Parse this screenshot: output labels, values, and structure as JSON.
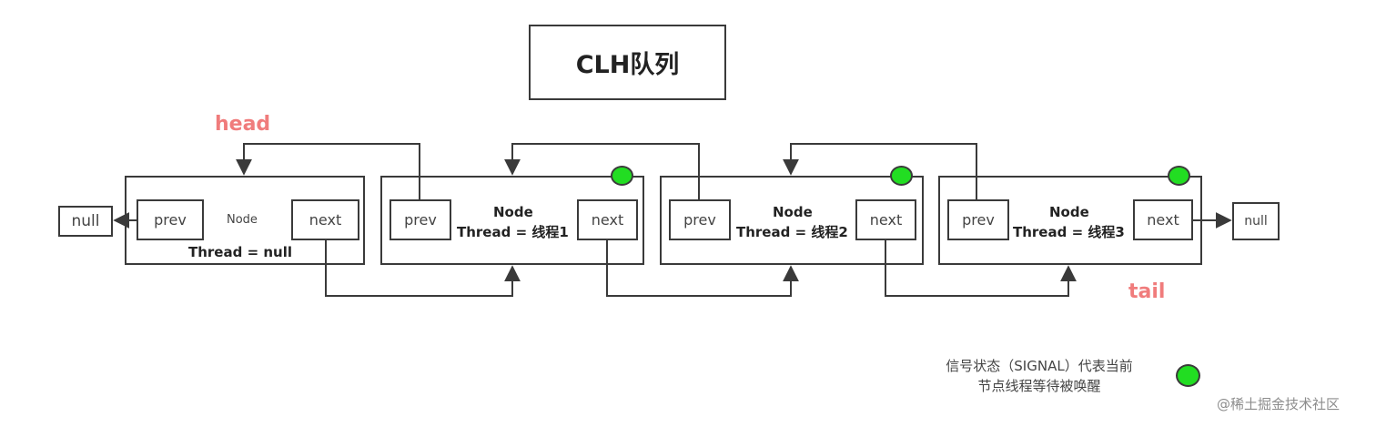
{
  "title": "CLH队列",
  "labels": {
    "head": "head",
    "tail": "tail"
  },
  "null_left": "null",
  "null_right": "null",
  "nodes": [
    {
      "prev": "prev",
      "next": "next",
      "name": "Node",
      "thread": "Thread = null",
      "signal": false
    },
    {
      "prev": "prev",
      "next": "next",
      "name": "Node",
      "thread": "Thread = 线程1",
      "signal": true
    },
    {
      "prev": "prev",
      "next": "next",
      "name": "Node",
      "thread": "Thread = 线程2",
      "signal": true
    },
    {
      "prev": "prev",
      "next": "next",
      "name": "Node",
      "thread": "Thread = 线程3",
      "signal": true
    }
  ],
  "legend": {
    "line1": "信号状态（SIGNAL）代表当前",
    "line2": "节点线程等待被唤醒"
  },
  "watermark": "@稀土掘金技术社区",
  "colors": {
    "signal": "#22dd22",
    "stroke": "#3a3a3a",
    "accent": "#f07c7c"
  }
}
